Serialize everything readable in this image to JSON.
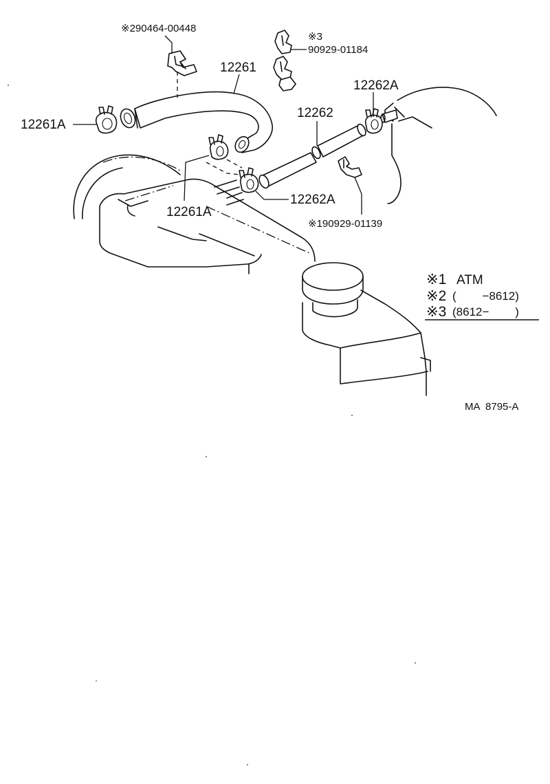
{
  "labels": {
    "part_290464": "※290464-00448",
    "part_3_note": "※3",
    "part_90929": "90929-01184",
    "hose_12261": "12261",
    "clamp_12262A_top": "12262A",
    "clamp_12261A_left": "12261A",
    "pipe_12262": "12262",
    "clamp_12261A_bottom": "12261A",
    "clamp_12262A_bottom": "12262A",
    "part_190929": "※190929-01139"
  },
  "legend": {
    "row1": {
      "mark": "※1",
      "text": "ATM"
    },
    "row2": {
      "mark": "※2",
      "text": "(        −8612)"
    },
    "row3": {
      "mark": "※3",
      "text": "(8612−        )"
    }
  },
  "figure_code": "MA  8795-A"
}
